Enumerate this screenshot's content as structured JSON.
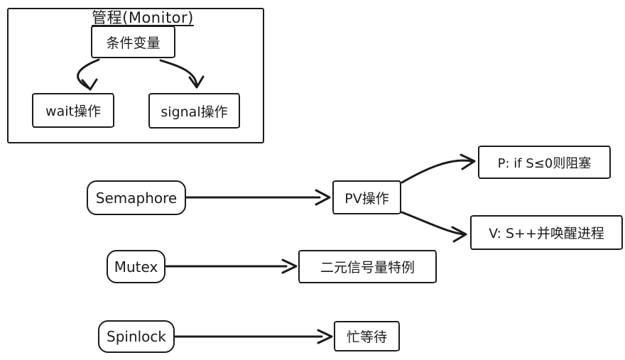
{
  "colors": {
    "stroke": "#1b1b1b",
    "background": "#ffffff"
  },
  "diagram": {
    "monitor": {
      "title": "管程(Monitor)",
      "condition": "条件变量",
      "wait": "wait操作",
      "signal": "signal操作"
    },
    "semaphore": {
      "label": "Semaphore",
      "pv": "PV操作",
      "p": "P: if S≤0则阻塞",
      "v": "V: S++并唤醒进程"
    },
    "mutex": {
      "label": "Mutex",
      "target": "二元信号量特例"
    },
    "spinlock": {
      "label": "Spinlock",
      "target": "忙等待"
    }
  }
}
